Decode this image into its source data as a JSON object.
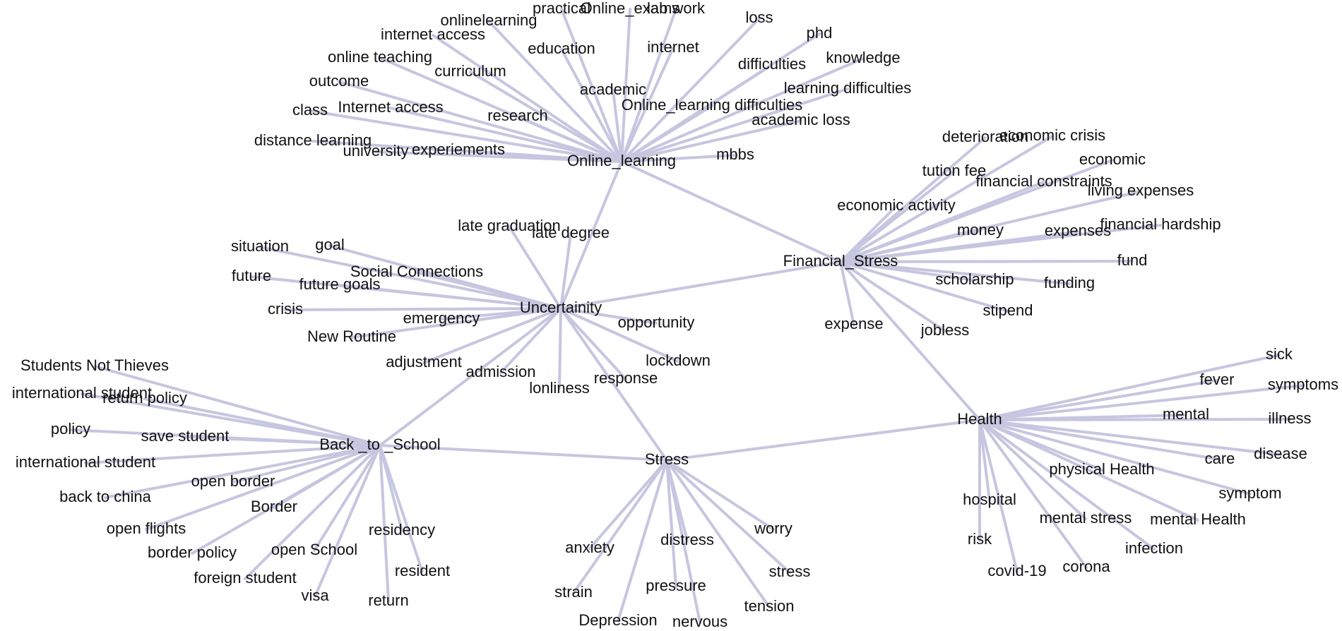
{
  "colors": {
    "edge": "#c6c6e0",
    "text": "#111111",
    "background": "#ffffff"
  },
  "hubs": [
    {
      "id": "online",
      "label": "Online_learning"
    },
    {
      "id": "financial",
      "label": "Financial_Stress"
    },
    {
      "id": "uncertainty",
      "label": "Uncertainity"
    },
    {
      "id": "school",
      "label": "Back _to _School"
    },
    {
      "id": "stress",
      "label": "Stress"
    },
    {
      "id": "health",
      "label": "Health"
    }
  ],
  "hub_links": [
    [
      "online",
      "financial"
    ],
    [
      "online",
      "uncertainty"
    ],
    [
      "uncertainty",
      "financial"
    ],
    [
      "uncertainty",
      "school"
    ],
    [
      "uncertainty",
      "stress"
    ],
    [
      "school",
      "stress"
    ],
    [
      "stress",
      "health"
    ],
    [
      "financial",
      "health"
    ]
  ],
  "groups": [
    {
      "hub": "online",
      "terms": [
        "practical",
        "Online_exams",
        "lab work",
        "onlinelearning",
        "internet access",
        "education",
        "internet",
        "loss",
        "phd",
        "online teaching",
        "curriculum",
        "difficulties",
        "knowledge",
        "outcome",
        "academic",
        "learning difficulties",
        "class",
        "Internet access",
        "research",
        "Online_learning difficulties",
        "academic loss",
        "distance learning",
        "university",
        "experiements",
        "mbbs"
      ]
    },
    {
      "hub": "financial",
      "terms": [
        "deterioration",
        "economic crisis",
        "tution fee",
        "economic",
        "financial constraints",
        "living expenses",
        "economic activity",
        "money",
        "expenses",
        "financial hardship",
        "fund",
        "scholarship",
        "funding",
        "stipend",
        "expense",
        "jobless"
      ]
    },
    {
      "hub": "uncertainty",
      "terms": [
        "late graduation",
        "late degree",
        "situation",
        "goal",
        "Social Connections",
        "future",
        "future goals",
        "crisis",
        "emergency",
        "opportunity",
        "New Routine",
        "lockdown",
        "adjustment",
        "admission",
        "response",
        "lonliness"
      ]
    },
    {
      "hub": "school",
      "terms": [
        "Students Not Thieves",
        "international student",
        "return policy",
        "policy",
        "save student",
        "international student",
        "open border",
        "back to china",
        "Border",
        "open flights",
        "residency",
        "open School",
        "border policy",
        "resident",
        "foreign student",
        "visa",
        "return"
      ]
    },
    {
      "hub": "stress",
      "terms": [
        "anxiety",
        "distress",
        "worry",
        "stress",
        "strain",
        "pressure",
        "tension",
        "Depression",
        "nervous"
      ]
    },
    {
      "hub": "health",
      "terms": [
        "sick",
        "fever",
        "symptoms",
        "mental",
        "illness",
        "disease",
        "care",
        "physical Health",
        "symptom",
        "hospital",
        "mental stress",
        "mental Health",
        "risk",
        "infection",
        "covid-19",
        "corona"
      ]
    }
  ]
}
